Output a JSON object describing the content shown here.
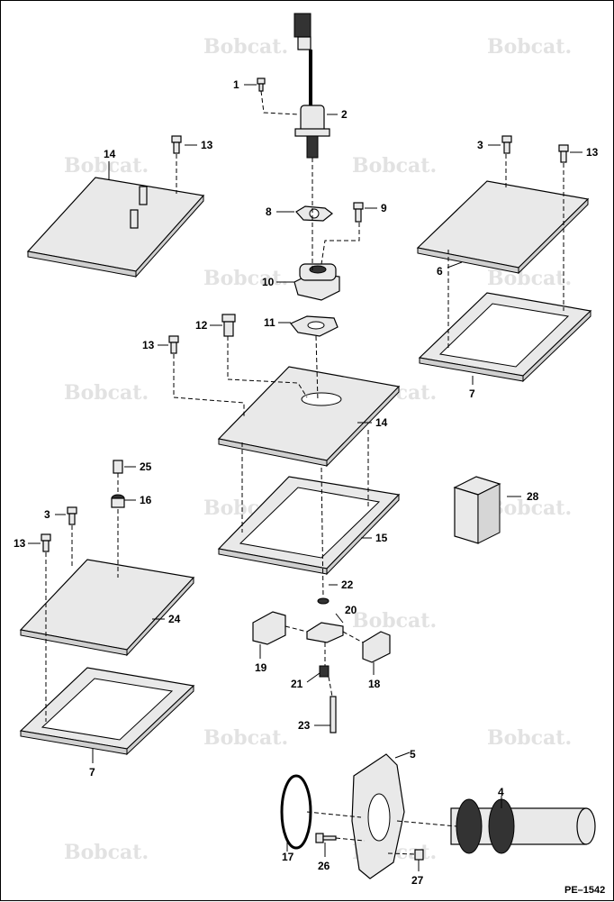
{
  "watermark_text": "Bobcat.",
  "reference": "PE–1542",
  "callouts": [
    "1",
    "2",
    "3",
    "3",
    "4",
    "5",
    "6",
    "7",
    "7",
    "8",
    "9",
    "10",
    "11",
    "12",
    "13",
    "13",
    "13",
    "13",
    "14",
    "14",
    "15",
    "16",
    "17",
    "18",
    "19",
    "20",
    "21",
    "22",
    "23",
    "24",
    "25",
    "26",
    "27",
    "28"
  ],
  "colors": {
    "line": "#000000",
    "part_fill": "#e9e9e9",
    "watermark": "#e2e2e2"
  }
}
